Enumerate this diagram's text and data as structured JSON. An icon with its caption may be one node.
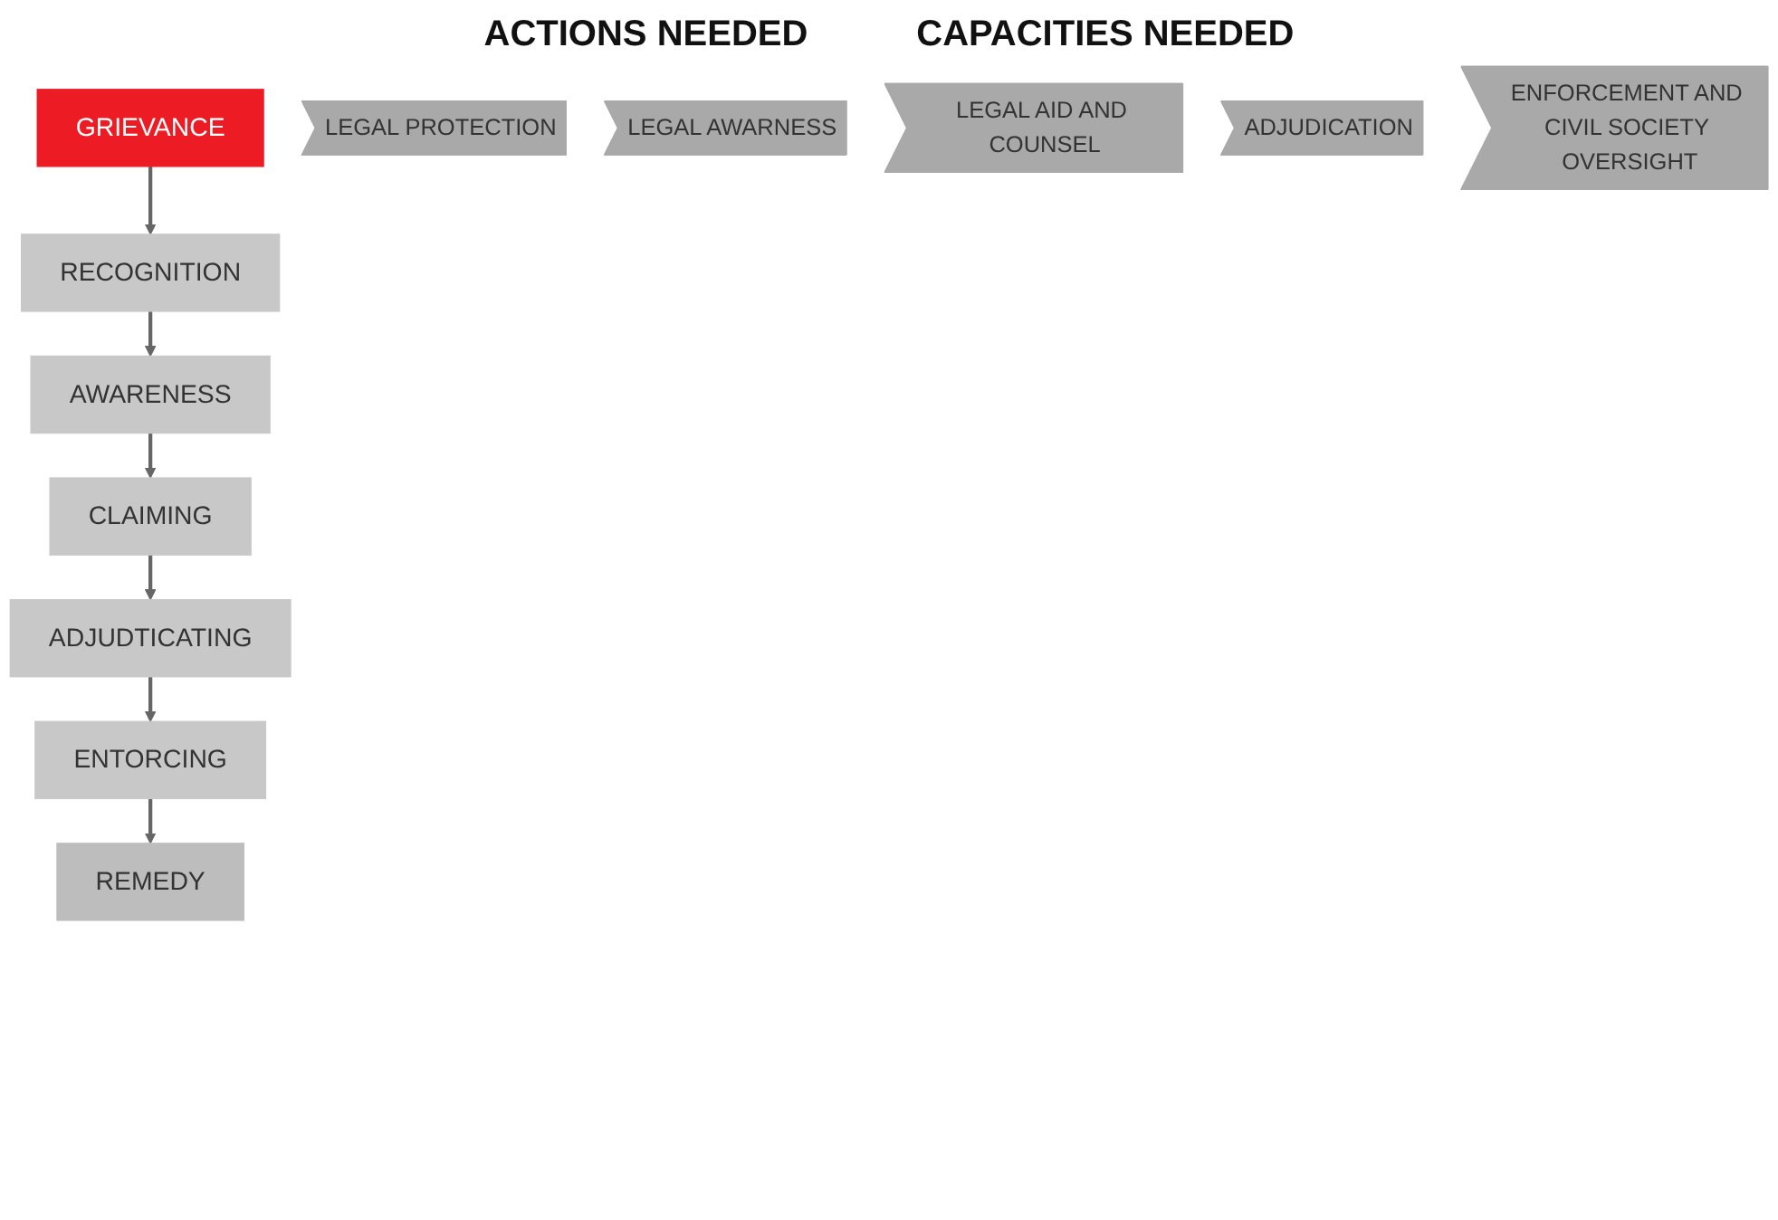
{
  "diagram": {
    "nodes": [
      {
        "text": [
          "GRIEVANCE"
        ]
      },
      {
        "text": [
          "RECOGNITION"
        ]
      },
      {
        "text": [
          "AWARENESS"
        ]
      },
      {
        "text": [
          "CLAIMING"
        ]
      },
      {
        "text": [
          "ADJUDTICATING"
        ]
      },
      {
        "text": [
          "ENTORCING"
        ]
      },
      {
        "text": [
          "REMEDY"
        ]
      },
      {
        "text": [
          "LEGAL PROTECTION"
        ]
      },
      {
        "text": [
          "LEGAL AWARNESS"
        ]
      },
      {
        "text": [
          "LEGAL AID AND COUNSEL"
        ]
      },
      {
        "text": [
          "ADJUDICATION"
        ]
      },
      {
        "text": [
          "ENFORCEMENT AND CIVIL SOCIETY OVERSIGHT"
        ]
      }
    ],
    "edges": [
      {
        "from": 0,
        "to": 1,
        "arrow": "to"
      },
      {
        "from": 1,
        "to": 2,
        "arrow": "to"
      },
      {
        "from": 2,
        "to": 3,
        "arrow": "to"
      },
      {
        "from": 3,
        "to": 4,
        "arrow": "to"
      },
      {
        "from": 4,
        "to": 5,
        "arrow": "to"
      },
      {
        "from": 5,
        "to": 6,
        "arrow": "to"
      }
    ],
    "labels": [
      "ACTIONS NEEDED",
      "CAPACITIES NEEDED"
    ]
  }
}
